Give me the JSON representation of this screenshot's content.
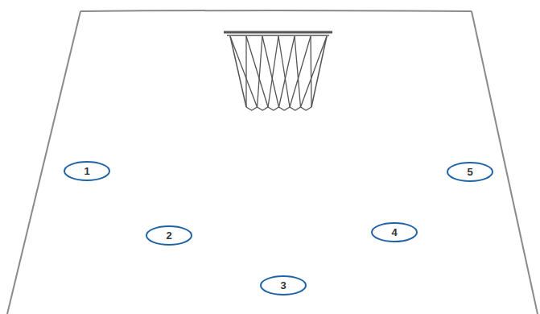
{
  "diagram": {
    "nodes": [
      {
        "text": [
          "1"
        ]
      },
      {
        "text": [
          "5"
        ]
      },
      {
        "text": [
          "2"
        ]
      },
      {
        "text": [
          "4"
        ]
      },
      {
        "text": [
          "3"
        ]
      }
    ]
  }
}
